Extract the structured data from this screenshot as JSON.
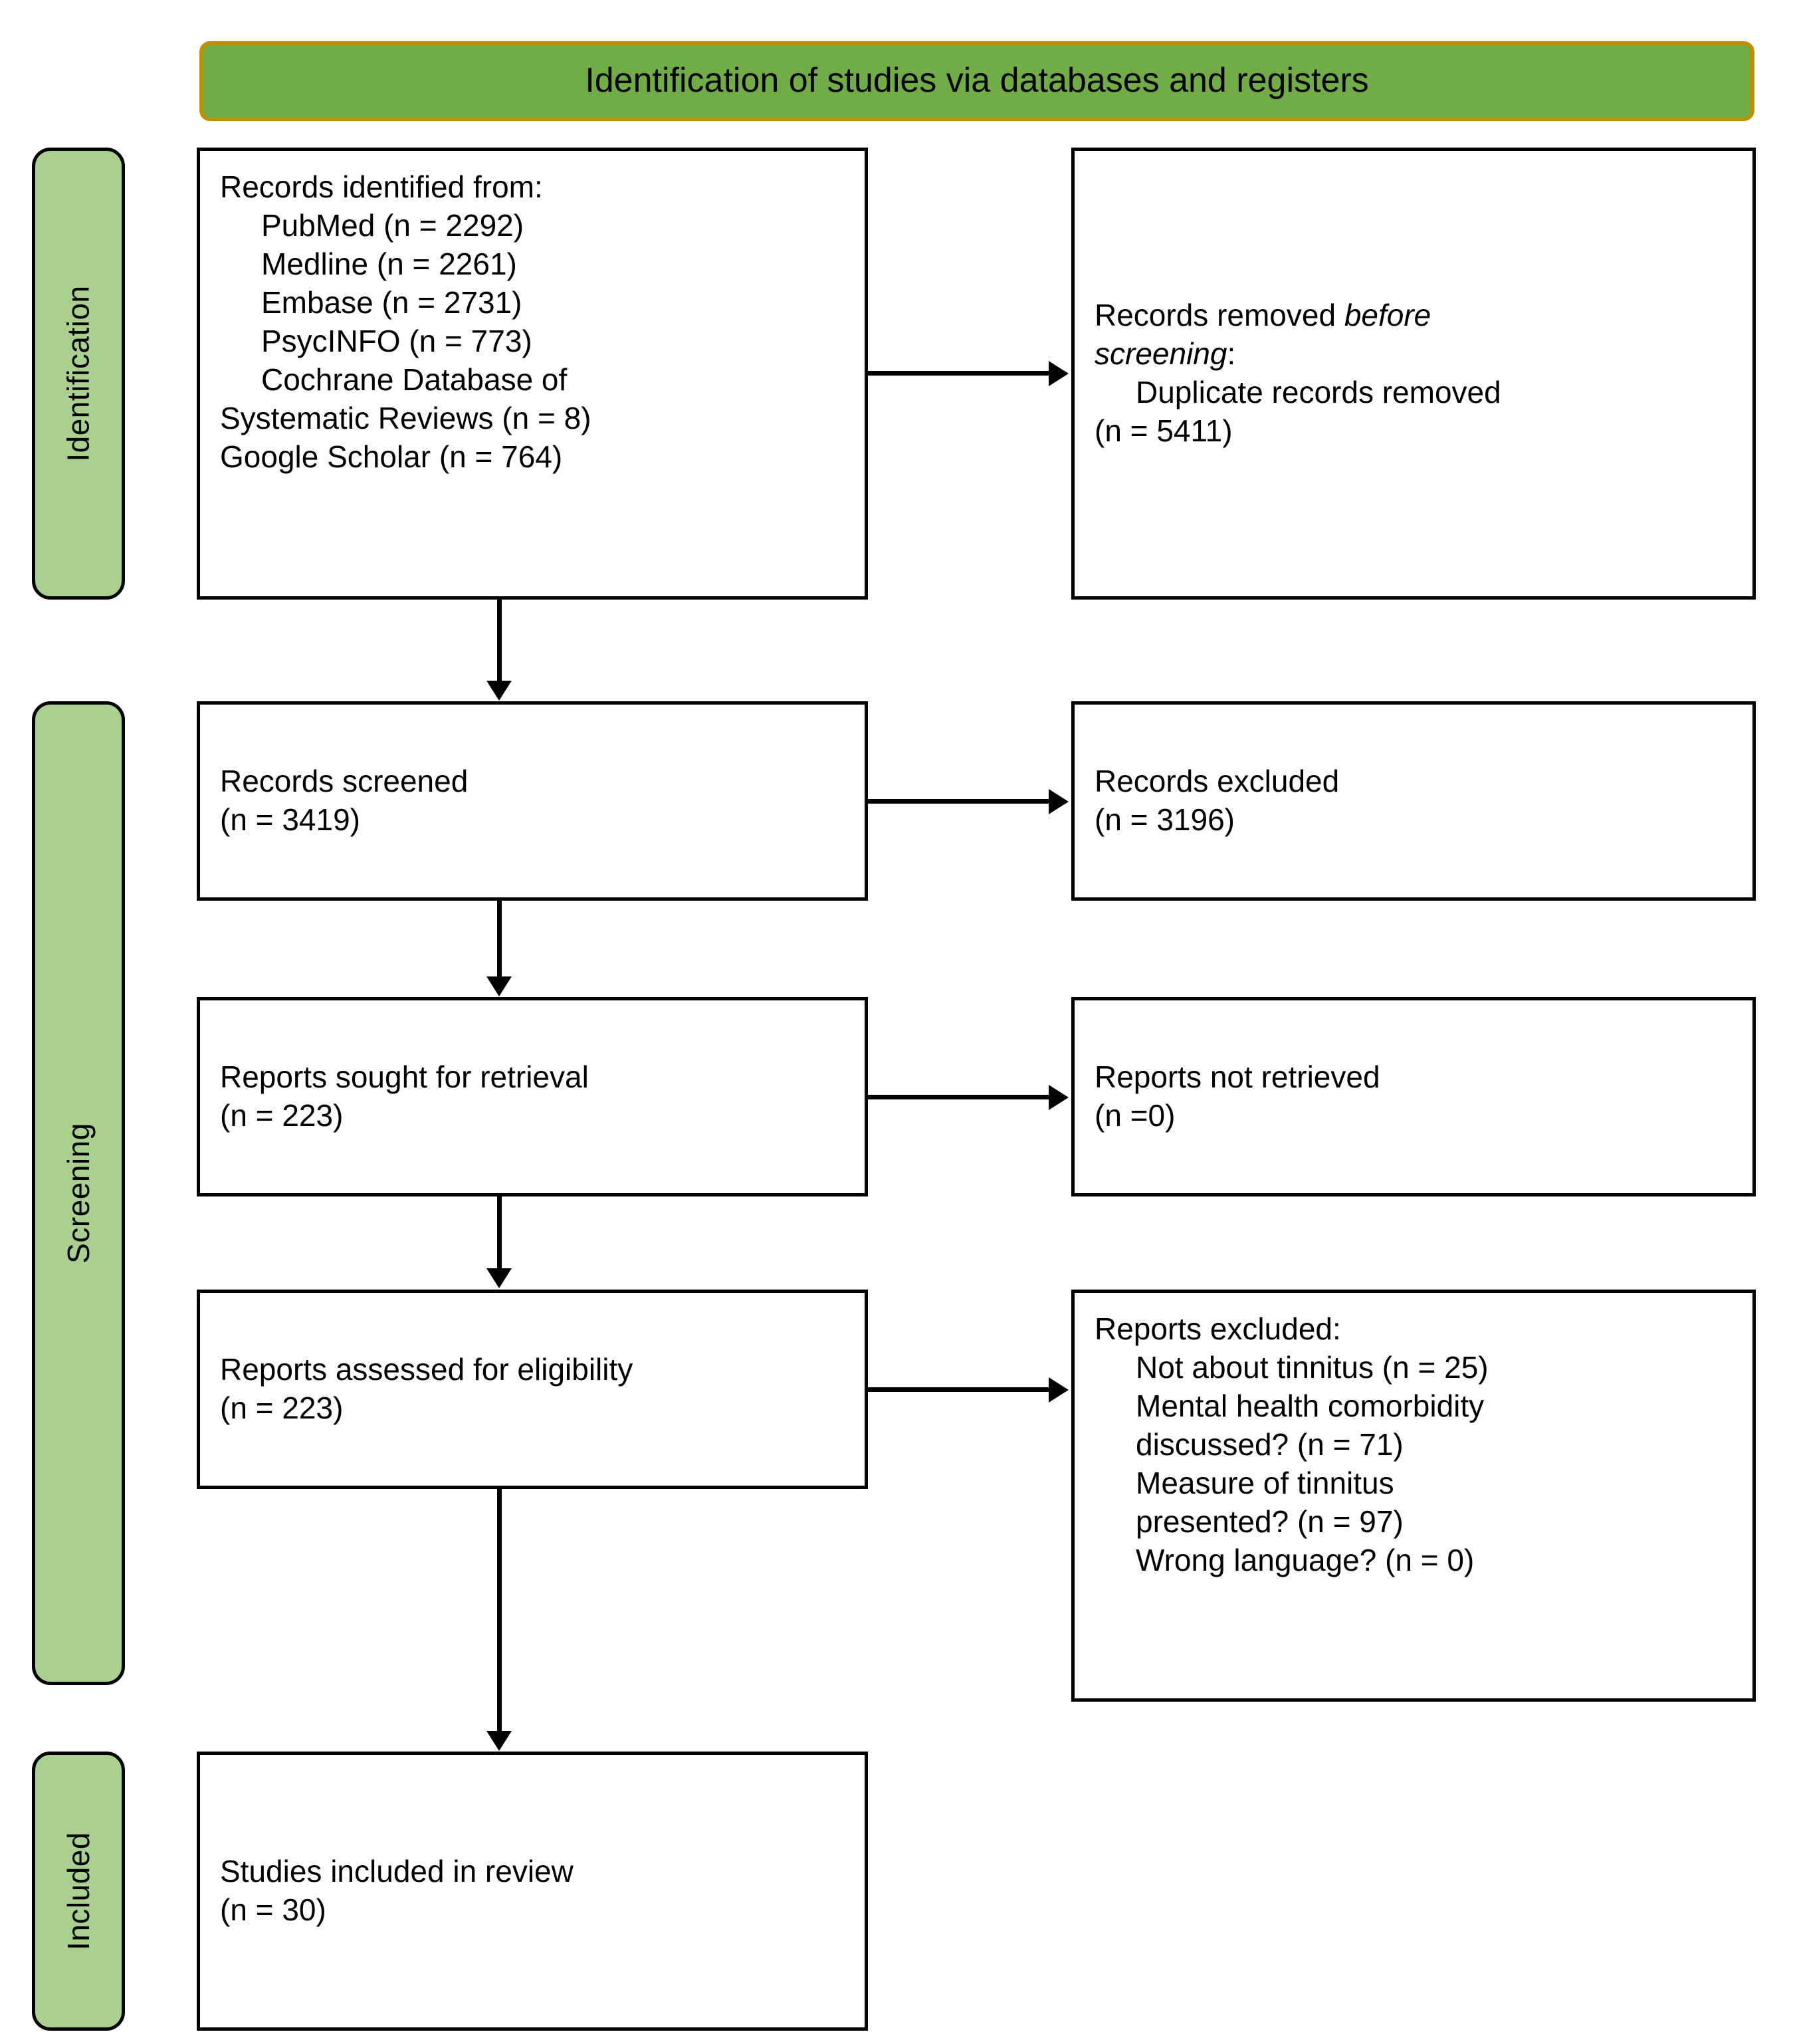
{
  "banner": {
    "title": "Identification of studies via databases and registers"
  },
  "stages": [
    {
      "id": "identification",
      "label": "Identification"
    },
    {
      "id": "screening",
      "label": "Screening"
    },
    {
      "id": "included",
      "label": "Included"
    }
  ],
  "boxes": {
    "identified": {
      "heading": "Records identified from:",
      "items": [
        "PubMed (n = 2292)",
        "Medline (n = 2261)",
        "Embase (n = 2731)",
        "PsycINFO (n = 773)",
        "Cochrane Database of",
        "Systematic Reviews (n = 8)",
        "Google Scholar (n = 764)"
      ]
    },
    "removed": {
      "heading_plain": "Records removed ",
      "heading_italic": "before",
      "heading_line2_italic": "screening",
      "heading_line2_tail": ":",
      "items": [
        "Duplicate records removed",
        "(n = 5411)"
      ]
    },
    "screened": {
      "heading": "Records screened",
      "count": "(n = 3419)"
    },
    "excluded_records": {
      "heading": "Records excluded",
      "count": "(n = 3196)"
    },
    "sought": {
      "heading": "Reports sought for retrieval",
      "count": "(n = 223)"
    },
    "not_retrieved": {
      "heading": "Reports not retrieved",
      "count": "(n =0)"
    },
    "assessed": {
      "heading": "Reports assessed for eligibility",
      "count": "(n = 223)"
    },
    "reports_excluded": {
      "heading": "Reports excluded:",
      "items": [
        "Not about tinnitus (n = 25)",
        "Mental health comorbidity",
        "discussed? (n = 71)",
        "Measure of tinnitus",
        "presented? (n = 97)",
        "Wrong language? (n = 0)"
      ]
    },
    "included": {
      "heading": "Studies included in review",
      "count": "(n = 30)"
    }
  },
  "colors": {
    "banner_fill": "#70ad47",
    "banner_border": "#bf8f00",
    "stage_fill": "#a9d08e",
    "box_border": "#000000",
    "box_fill": "#ffffff"
  }
}
